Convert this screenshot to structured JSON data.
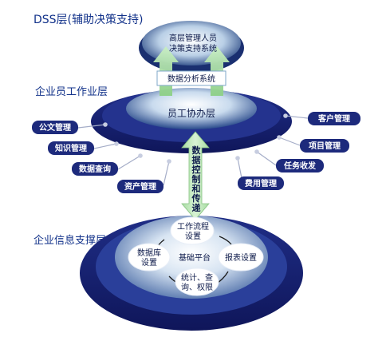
{
  "layers": {
    "dss": {
      "title": "DSS层(辅助决策支持)",
      "top_line1": "高层管理人员",
      "top_line2": "决策支持系统"
    },
    "worker": {
      "title": "企业员工作业层",
      "center": "员工协办层",
      "analysis_box": "数据分析系统",
      "left_items": [
        "公文管理",
        "知识管理",
        "数据查询",
        "资产管理"
      ],
      "right_items": [
        "客户管理",
        "项目管理",
        "任务收发",
        "费用管理"
      ]
    },
    "support": {
      "title": "企业信息支撑层",
      "center": "基础平台",
      "nodes": {
        "workflow": [
          "工作流程",
          "设置"
        ],
        "database": [
          "数据库",
          "设置"
        ],
        "report": [
          "报表设置"
        ],
        "stats": [
          "统计、查",
          "询、权限"
        ]
      }
    }
  },
  "transfer_label": [
    "数",
    "据",
    "控",
    "制",
    "和",
    "传",
    "递"
  ],
  "colors": {
    "title_blue": "#12328a",
    "navy": "#17216b",
    "arrow_green": "#9fd39a",
    "tag_navy": "#1d2a7c"
  }
}
